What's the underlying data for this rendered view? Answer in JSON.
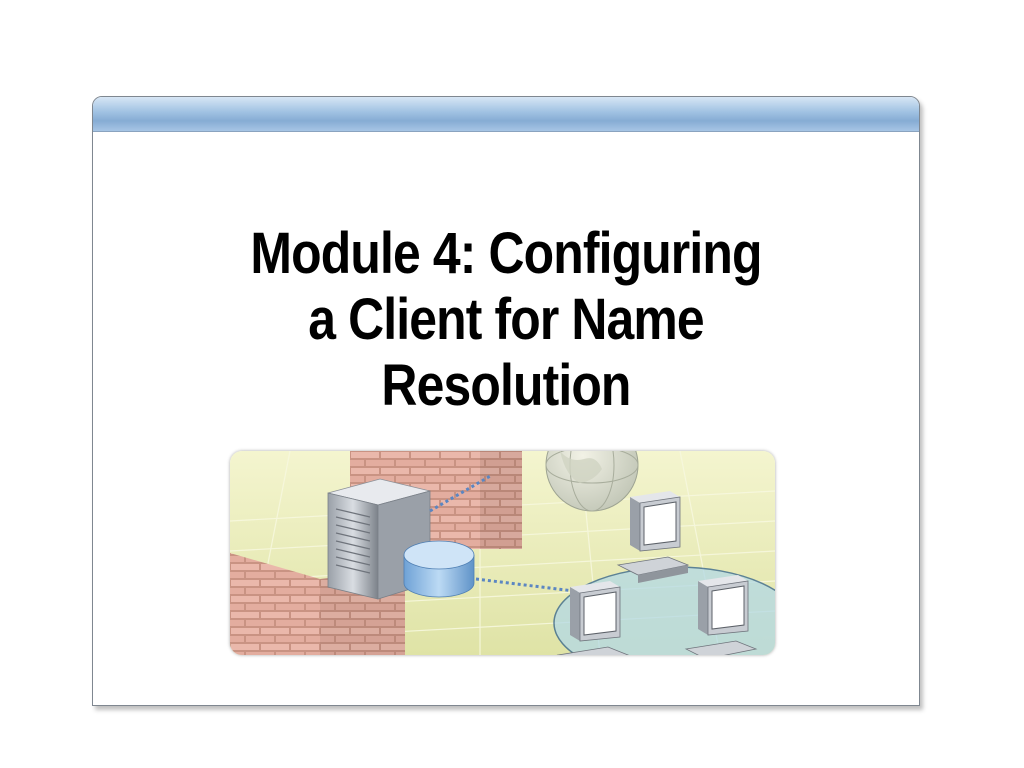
{
  "slide": {
    "title_lines": [
      "Module 4: Configuring",
      "a Client for Name",
      "Resolution"
    ]
  },
  "illustration": {
    "icons": [
      "brick-wall-icon",
      "server-icon",
      "database-icon",
      "globe-icon",
      "client-computer-icon"
    ],
    "colors": {
      "background": "#e9ebb9",
      "bricks": "#e7b6aa",
      "network_link": "#5b86c2",
      "title_bar": "#9fc1e2"
    }
  }
}
